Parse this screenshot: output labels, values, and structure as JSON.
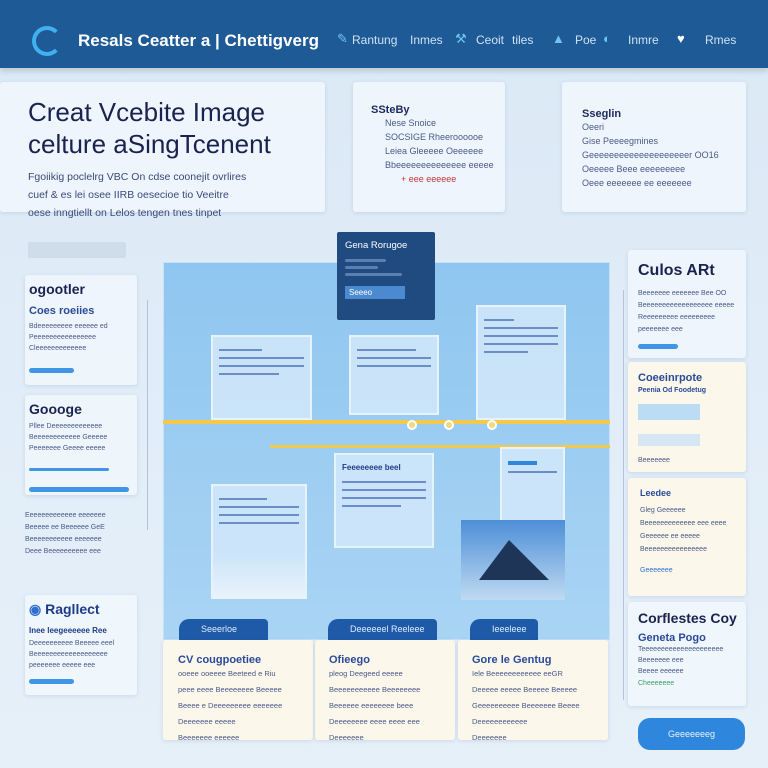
{
  "header": {
    "title": "Resals Ceatter a | Chettigverg",
    "nav": [
      {
        "icon": "wrench-icon",
        "label": "Rantung"
      },
      {
        "icon": "",
        "label": "Inmes"
      },
      {
        "icon": "tool-icon",
        "label": "Ceoit"
      },
      {
        "icon": "",
        "label": "tiles"
      },
      {
        "icon": "arrow-up-icon",
        "label": "Poe"
      },
      {
        "icon": "globe-icon",
        "label": "Inmre"
      },
      {
        "icon": "heart-icon",
        "label": "Rmes"
      }
    ]
  },
  "hero": {
    "title_line1": "Creat Vcebite Image",
    "title_line2": "celture aSingTcenent",
    "lines": [
      "Fgoiikig poclelrg VBC On cdse coonejit ovrlires",
      "cuef & es lei osee IIRB oesecioe tio Veeitre",
      "oese inngtiellt on Lelos tengen tnes tinpet"
    ]
  },
  "card_a": {
    "title": "SSteBy",
    "subtitle": "Nese Snoice",
    "lines": [
      "SOCSIGE Rheeroooooe",
      "Leiea Gleeeee Oeeeeee",
      "Bbeeeeeeeeeeeeee eeeee"
    ],
    "link": "+ eee eeeeee"
  },
  "card_b": {
    "title": "Sseglin",
    "meta": "Oeeri",
    "lines": [
      "Gise Peeeegmines",
      "Geeeeeeeeeeeeeeeeeeeer OO16",
      "Oeeeee Beee eeeeeeeee",
      "Oeee eeeeeee ee eeeeeee"
    ]
  },
  "sidebar": {
    "sections": [
      {
        "title": "ogootler",
        "subtitle": "Coes roeiies",
        "lines": [
          "Bdeeeeeeeee eeeeee ed",
          "Peeeeeeeeeeeeeeee",
          "Cleeeeeeeeeeeee"
        ]
      },
      {
        "title": "Goooge",
        "lines": [
          "Pllee Deeeeeeeeeeeee",
          "Beeeeeeeeeeee Geeeee",
          "Peeeeeee Geeee eeeee"
        ]
      },
      {
        "title": "",
        "lines": [
          "Eeeeeeeeeeeee eeeeeee",
          "Beeeee ee Beeeeee GeE",
          "Beeeeeeeeeee eeeeeee",
          "Deee Beeeeeeeeee eee"
        ]
      },
      {
        "title": "Ragllect",
        "subtitle": "Inee leegeeeeee Ree",
        "lines": [
          "Deeeeeeeeee Beeeee eeel",
          "Beeeeeeeeeeeeeeeeeee",
          "peeeeeee eeeee eee"
        ]
      }
    ]
  },
  "center": {
    "dark_card": {
      "title": "Gena Rorugoe",
      "button": "Seeeo"
    },
    "tile_title": "Feeeeeeee beel",
    "buttons": [
      "Seeerloe",
      "Deeeeeel Reeleee",
      "Ieeeleee"
    ]
  },
  "bottom_cards": [
    {
      "title": "CV cougpoetiee",
      "lines": [
        "ooeee ooeeee Beeteed e Riu",
        "peee eeee Beeeeeeee Beeeee",
        "Beeee e Deeeeeeeee eeeeeee",
        "Deeeeeee eeeee",
        "Beeeeeee eeeeee"
      ]
    },
    {
      "title": "Ofieego",
      "lines": [
        "pleog Deegeed eeeee",
        "Beeeeeeeeeee Beeeeeeee",
        "Beeeeee eeeeeeee beee",
        "Deeeeeeee eeee eeee eee",
        "Deeeeeee"
      ]
    },
    {
      "title": "Gore le Gentug",
      "lines": [
        "Iele Beeeeeeeeeeee eeGR",
        "Deeeee eeeee Beeeee Beeeee",
        "Geeeeeeeeee Beeeeeee Beeee",
        "Deeeeeeeeeeee",
        "Deeeeeee"
      ]
    }
  ],
  "right": {
    "title": "Culos ARt",
    "lines": [
      "Beeeeeee eeeeeee Bee OO",
      "Beeeeeeeeeeeeeeeeee eeeee",
      "Reeeeeeeee eeeeeeeee",
      "peeeeeee eee"
    ],
    "card1": {
      "title": "Coeeinrpote",
      "subtitle": "Peenia Od Foodetug",
      "footer": "Beeeeeee"
    },
    "card2": {
      "title": "Leedee",
      "lines": [
        "Gleg Geeeeee",
        "Beeeeeeeeeeeee eee eeee",
        "Geeeeee ee eeeee",
        "Beeeeeeeeeeeeeeee"
      ],
      "link": "Geeeeeee"
    },
    "card3": {
      "title": "Corflestes Coy",
      "subtitle": "Geneta Pogo",
      "lines": [
        "Teeeeeeeeeeeeeeeeeeeee",
        "Beeeeeee eee",
        "Beeee eeeeee"
      ],
      "link": "Cheeeeeee"
    },
    "button": "Geeeeeeeg"
  },
  "colors": {
    "header": "#1d5a96",
    "accent": "#2f86dd",
    "panel": "#8fc6f0"
  }
}
